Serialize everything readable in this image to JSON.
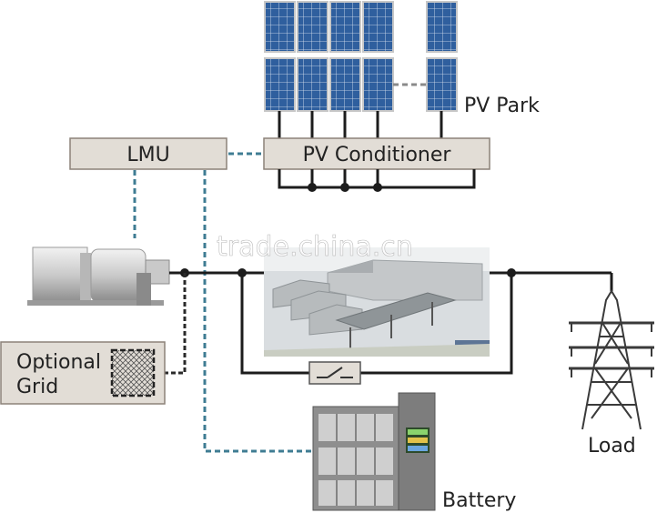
{
  "labels": {
    "pv_park": "PV Park",
    "lmu": "LMU",
    "pv_conditioner": "PV Conditioner",
    "optional_grid_line1": "Optional",
    "optional_grid_line2": "Grid",
    "load": "Load",
    "battery": "Battery",
    "watermark": "trade.china.cn"
  },
  "colors": {
    "box_fill": "#e2ddd6",
    "box_stroke": "#8c8279",
    "power_line": "#1c1c1c",
    "control_line": "#3f7c93",
    "grid_link": "#2a2a2a",
    "pv_dash": "#8a8a8a",
    "panel_blue": "#2f5f9e"
  },
  "icons": [
    "solar-panel-icon",
    "generator-icon",
    "grid-mesh-icon",
    "switch-icon",
    "building-icon",
    "pylon-icon",
    "battery-rack-icon"
  ]
}
